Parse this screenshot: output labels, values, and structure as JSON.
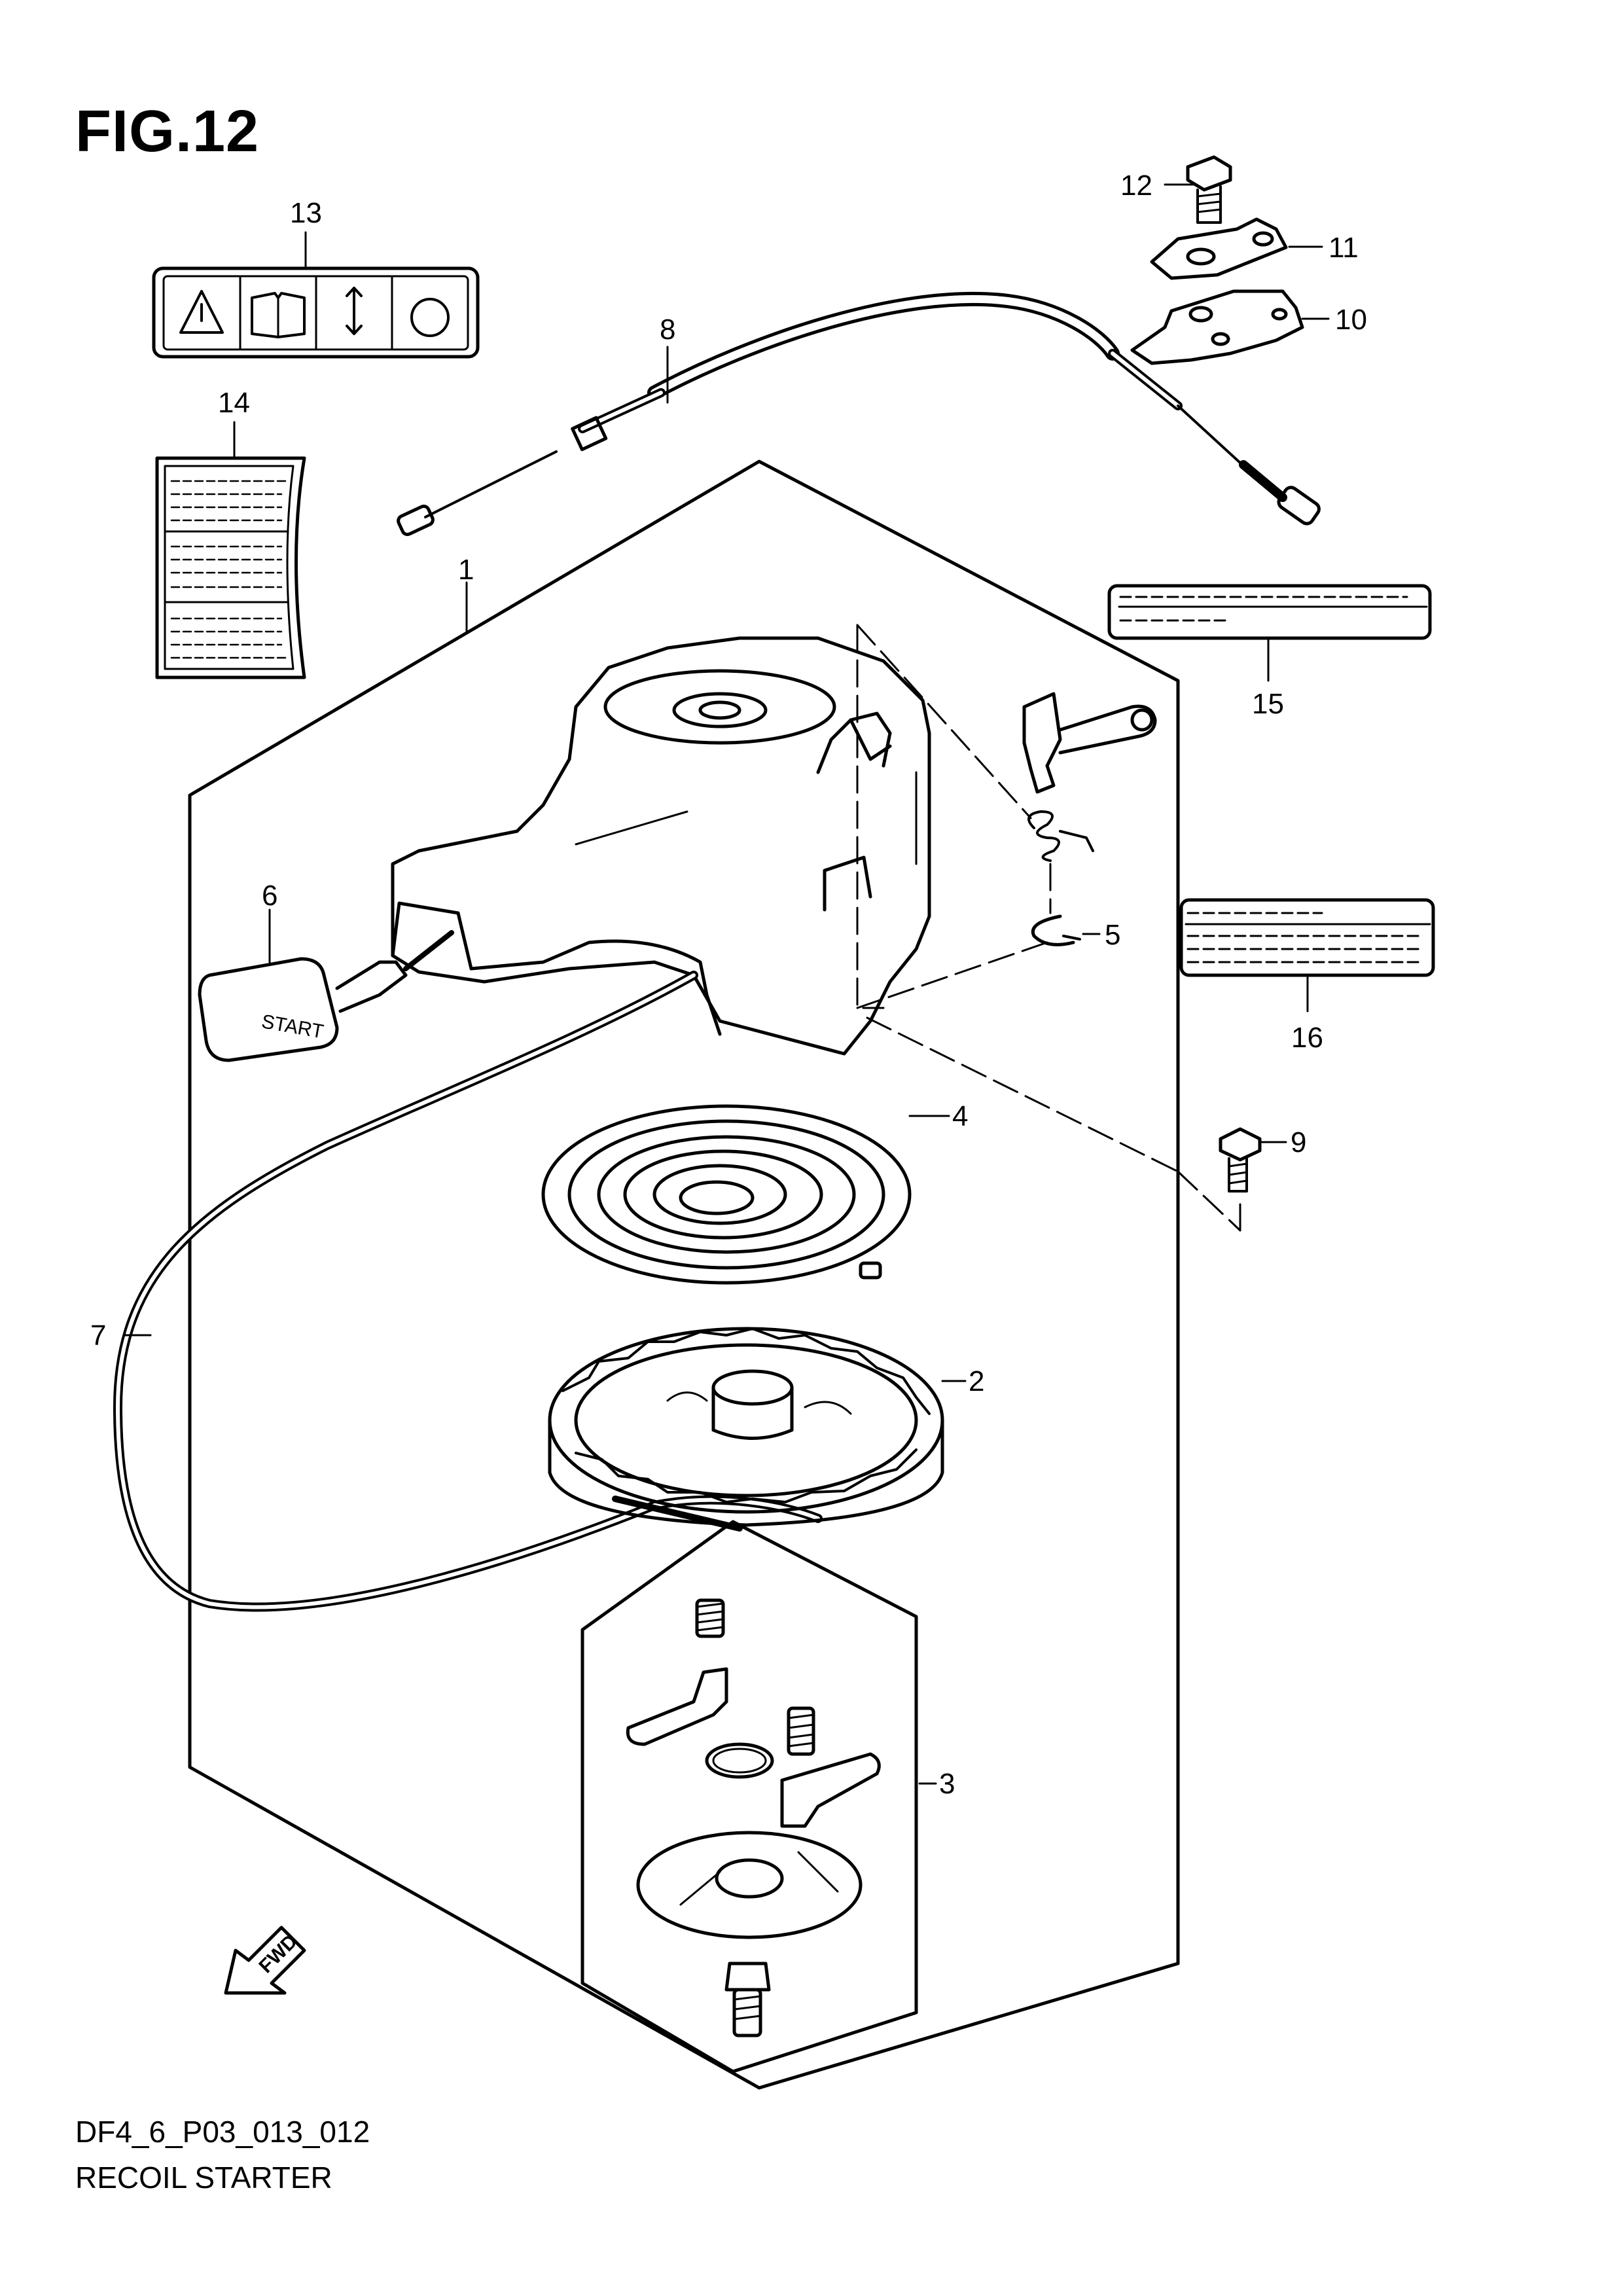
{
  "figure": {
    "title": "FIG.12",
    "drawing_code": "DF4_6_P03_013_012",
    "name": "RECOIL STARTER"
  },
  "callouts": [
    "1",
    "2",
    "3",
    "4",
    "5",
    "6",
    "7",
    "8",
    "9",
    "10",
    "11",
    "12",
    "13",
    "14",
    "15",
    "16"
  ],
  "handle_text": "START",
  "direction_arrow_text": "FWD",
  "colors": {
    "line": "#000000",
    "background": "#ffffff"
  }
}
